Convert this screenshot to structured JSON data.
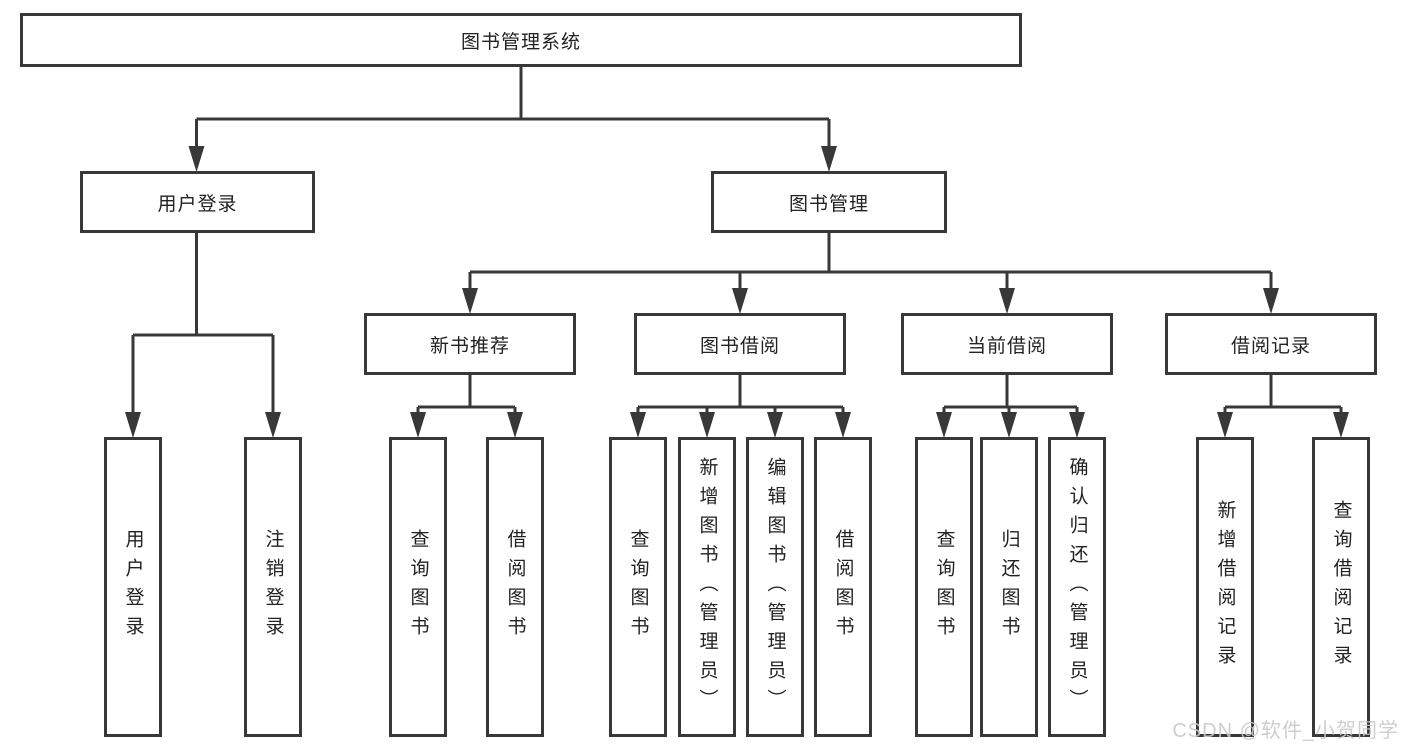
{
  "diagram": {
    "root": {
      "label": "图书管理系统"
    },
    "level2": {
      "user_login": {
        "label": "用户登录"
      },
      "book_management": {
        "label": "图书管理"
      }
    },
    "level3": {
      "new_book_recommend": {
        "label": "新书推荐"
      },
      "book_borrowing": {
        "label": "图书借阅"
      },
      "current_borrowing": {
        "label": "当前借阅"
      },
      "borrowing_records": {
        "label": "借阅记录"
      }
    },
    "leaves": {
      "user_login_group": [
        "用户登录",
        "注销登录"
      ],
      "new_book_group": [
        "查询图书",
        "借阅图书"
      ],
      "book_borrowing_group": [
        "查询图书",
        "新增图书（管理员）",
        "编辑图书（管理员）",
        "借阅图书"
      ],
      "current_borrowing_group": [
        "查询图书",
        "归还图书",
        "确认归还（管理员）"
      ],
      "borrowing_records_group": [
        "新增借阅记录",
        "查询借阅记录"
      ]
    },
    "colors": {
      "line": "#383838",
      "text": "#222222",
      "background": "#ffffff",
      "watermark": "#c9c9c9"
    },
    "watermark": "CSDN @软件_小贺同学"
  }
}
